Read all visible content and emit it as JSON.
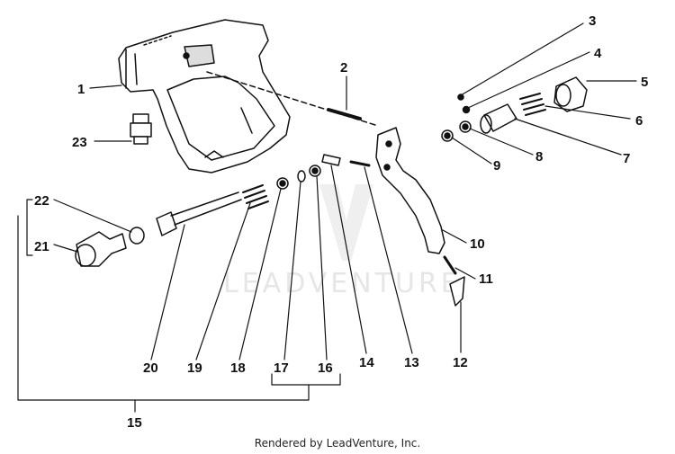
{
  "watermark": "LEADVENTURE",
  "footer": "Rendered by LeadVenture, Inc.",
  "callouts": [
    "1",
    "2",
    "3",
    "4",
    "5",
    "6",
    "7",
    "8",
    "9",
    "10",
    "11",
    "12",
    "13",
    "14",
    "15",
    "16",
    "17",
    "18",
    "19",
    "20",
    "21",
    "22",
    "23"
  ]
}
